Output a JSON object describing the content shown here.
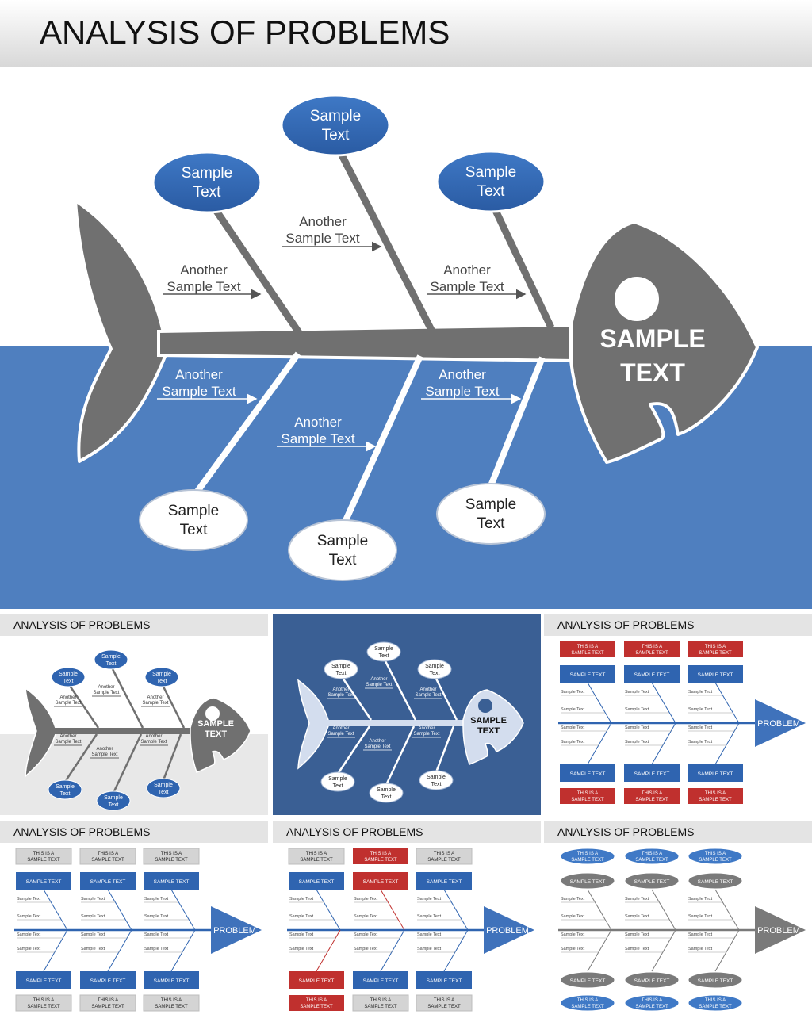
{
  "slide_title": "ANALYSIS OF PROBLEMS",
  "colors": {
    "blue": "#4f7fbf",
    "bubble_blue": "#2f64b0",
    "fish_gray": "#6e6e6e",
    "dark_navy": "#3a5f94",
    "red": "#c0302e",
    "light_gray": "#d4d4d4"
  },
  "hero": {
    "head_label": [
      "SAMPLE",
      "TEXT"
    ],
    "top_bubbles": [
      [
        "Sample",
        "Text"
      ],
      [
        "Sample",
        "Text"
      ],
      [
        "Sample",
        "Text"
      ]
    ],
    "bottom_bubbles": [
      [
        "Sample",
        "Text"
      ],
      [
        "Sample",
        "Text"
      ],
      [
        "Sample",
        "Text"
      ]
    ],
    "top_notes": [
      [
        "Another",
        "Sample Text"
      ],
      [
        "Another",
        "Sample Text"
      ],
      [
        "Another",
        "Sample Text"
      ]
    ],
    "bottom_notes": [
      [
        "Another",
        "Sample Text"
      ],
      [
        "Another",
        "Sample Text"
      ],
      [
        "Another",
        "Sample Text"
      ]
    ]
  },
  "thumbnails": {
    "fish_head": [
      "SAMPLE",
      "TEXT"
    ],
    "bubble": [
      "Sample",
      "Text"
    ],
    "note": [
      "Another",
      "Sample Text"
    ],
    "box_label": "SAMPLE TEXT",
    "tag_lines": [
      "THIS IS A",
      "SAMPLE TEXT"
    ],
    "small_label": "Sample Text",
    "problem_label": "PROBLEM"
  }
}
